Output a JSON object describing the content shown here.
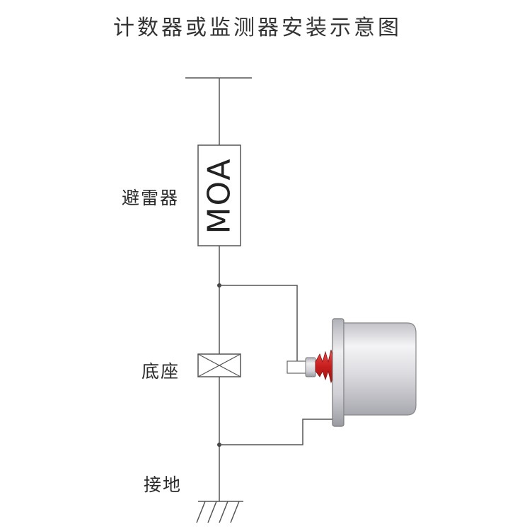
{
  "title": "计数器或监测器安装示意图",
  "labels": {
    "arrester": "避雷器",
    "moa": "MOA",
    "base": "底座",
    "ground": "接地"
  },
  "colors": {
    "line": "#555555",
    "text": "#2a2a2a",
    "counter_body": "#d8d8dc",
    "counter_red": "#d42a2a"
  }
}
